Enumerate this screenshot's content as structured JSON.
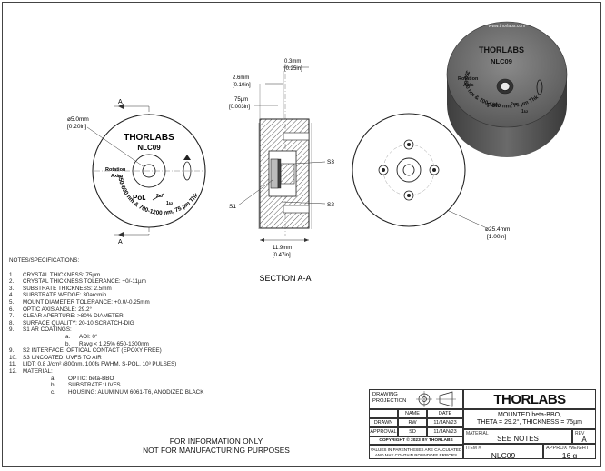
{
  "front_view": {
    "diameter_dim_mm": "ø5.0mm",
    "diameter_dim_in": "[0.20in]",
    "section_marker_top": "A",
    "section_marker_bottom": "A",
    "brand": "THORLABS",
    "part": "NLC09",
    "rotation_label": "Rotation",
    "axis_label": "Axis",
    "pol_label": "Pol.",
    "pol_2w": "2ω",
    "pol_1w": "1ω",
    "arc_text": "350-600 nm & 700-1200 nm, 75 µm Thk"
  },
  "section_view": {
    "dim_03_mm": "0.3mm",
    "dim_03_in": "[0.25in]",
    "dim_26_mm": "2.6mm",
    "dim_26_in": "[0.10in]",
    "dim_75_um": "75µm",
    "dim_75_in": "[0.003in]",
    "label_s1": "S1",
    "label_s2": "S2",
    "label_s3": "S3",
    "dim_119_mm": "11.9mm",
    "dim_119_in": "[0.47in]",
    "title": "SECTION A-A"
  },
  "back_view": {
    "diameter_mm": "ø25.4mm",
    "diameter_in": "[1.00in]"
  },
  "iso_view": {
    "url": "www.thorlabs.com",
    "brand": "THORLABS",
    "part": "NLC09",
    "rotation_label": "Rotation",
    "axis_label": "Axis",
    "pol_label": "Pol.",
    "pol_2w": "2ω",
    "pol_1w": "1ω",
    "arc_text": "350-600 nm & 700-1200 nm, 75 µm Thk"
  },
  "notes": {
    "header": "NOTES/SPECIFICATIONS:",
    "items": [
      {
        "num": "1.",
        "text": "CRYSTAL THICKNESS: 75µm"
      },
      {
        "num": "2.",
        "text": "CRYSTAL THICKNESS TOLERANCE: +0/-11µm"
      },
      {
        "num": "3.",
        "text": "SUBSTRATE THICKNESS: 2.5mm"
      },
      {
        "num": "4.",
        "text": "SUBSTRATE WEDGE: 30arcmin"
      },
      {
        "num": "5.",
        "text": "MOUNT DIAMETER TOLERANCE: +0.0/-0.25mm"
      },
      {
        "num": "6.",
        "text": "OPTIC AXIS ANGLE: 29.2°"
      },
      {
        "num": "7.",
        "text": "CLEAR APERTURE: >80% DIAMETER"
      },
      {
        "num": "8.",
        "text": "SURFACE QUALITY: 20-10 SCRATCH-DIG"
      },
      {
        "num": "9.",
        "text": "S1 AR COATINGS:"
      }
    ],
    "s1_sub": [
      {
        "num": "a.",
        "text": "AOI: 0°"
      },
      {
        "num": "b.",
        "text": "Ravg < 1.25% 650-1300nm"
      }
    ],
    "items_b": [
      {
        "num": "9.",
        "text": "S2 INTERFACE: OPTICAL CONTACT (EPOXY FREE)"
      },
      {
        "num": "10.",
        "text": "S3 UNCOATED: UVFS TO AIR"
      },
      {
        "num": "11.",
        "text": "LIDT: 0.8 J/cm² (800nm, 100fs FWHM, S-POL, 10³ PULSES)"
      },
      {
        "num": "12.",
        "text": "MATERIAL:"
      }
    ],
    "material_sub": [
      {
        "num": "a.",
        "text": "OPTIC: beta-BBO"
      },
      {
        "num": "b.",
        "text": "SUBSTRATE: UVFS"
      },
      {
        "num": "c.",
        "text": "HOUSING: ALUMINUM 6061-T6, ANODIZED BLACK"
      }
    ]
  },
  "disclaimer": {
    "line1": "FOR INFORMATION ONLY",
    "line2": "NOT FOR MANUFACTURING PURPOSES"
  },
  "title_block": {
    "drawing_projection": "DRAWING PROJECTION",
    "col_name": "NAME",
    "col_date": "DATE",
    "drawn_label": "DRAWN",
    "drawn_name": "RW",
    "drawn_date": "11/JAN/23",
    "approval_label": "APPROVAL",
    "approval_name": "SD",
    "approval_date": "11/JAN/23",
    "copyright": "COPYRIGHT © 2023 BY THORLABS",
    "values_note_1": "VALUES IN PARENTHESES ARE CALCULATED",
    "values_note_2": "AND MAY CONTAIN ROUNDOFF ERRORS",
    "logo": "THORLABS",
    "description_1": "MOUNTED beta-BBO,",
    "description_2": "THETA = 29.2°, THICKNESS = 75µm",
    "material_label": "MATERIAL",
    "material_value": "SEE NOTES",
    "rev_label": "REV",
    "rev_value": "A",
    "item_label": "ITEM #",
    "item_value": "NLC09",
    "weight_label": "APPROX WEIGHT",
    "weight_value": "16 g"
  }
}
